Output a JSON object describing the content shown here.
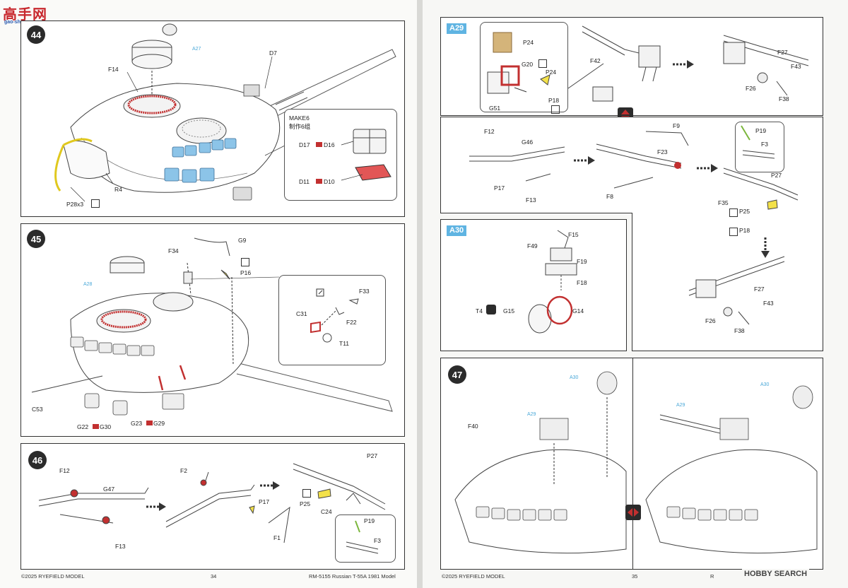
{
  "watermark": {
    "logo_chars": "高手网",
    "url": "gao-shou.com"
  },
  "hobby_search": "HOBBY SEARCH",
  "left_page": {
    "footer_left": "©2025 RYEFIELD MODEL",
    "page_number": "34",
    "footer_right": "RM-5155 Russian T-55A 1981 Model"
  },
  "right_page": {
    "footer_left": "©2025 RYEFIELD MODEL",
    "page_number": "35",
    "footer_partial": "R"
  },
  "step44": {
    "number": "44",
    "subassembly_tag": "A27",
    "labels": {
      "f14": "F14",
      "d7": "D7",
      "r4": "R4",
      "p28": "P28x3"
    },
    "make_note": {
      "title": "MAKE6",
      "title_cn": "制作6组",
      "d17": "D17",
      "d16": "D16",
      "d11": "D11",
      "d10": "D10"
    }
  },
  "step45": {
    "number": "45",
    "subassembly_tag": "A28",
    "labels": {
      "g9": "G9",
      "f34": "F34",
      "p16": "P16",
      "f33": "F33",
      "c31": "C31",
      "f22": "F22",
      "t11": "T11",
      "c53": "C53",
      "g22": "G22",
      "g30": "G30",
      "g23": "G23",
      "g29": "G29"
    }
  },
  "step46": {
    "number": "46",
    "labels": {
      "f12": "F12",
      "g47": "G47",
      "f13": "F13",
      "f2": "F2",
      "p17": "P17",
      "f1": "F1",
      "p27": "P27",
      "p25": "P25",
      "c24": "C24",
      "p19": "P19",
      "f3": "F3"
    }
  },
  "a29": {
    "tag": "A29",
    "labels": {
      "p24": "P24",
      "g20": "G20",
      "p24b": "P24",
      "p18": "P18",
      "g51": "G51",
      "f42": "F42",
      "f27": "F27",
      "f43": "F43",
      "f26": "F26",
      "f38": "F38"
    }
  },
  "mid_right": {
    "labels": {
      "f12": "F12",
      "g46": "G46",
      "p17": "P17",
      "f13": "F13",
      "f9": "F9",
      "f23": "F23",
      "f8": "F8",
      "p19": "P19",
      "f3": "F3",
      "p27": "P27",
      "f35": "F35",
      "p25": "P25",
      "p18": "P18",
      "f27": "F27",
      "f43": "F43",
      "f26": "F26",
      "f38": "F38"
    }
  },
  "a30": {
    "tag": "A30",
    "labels": {
      "f15": "F15",
      "f49": "F49",
      "f19": "F19",
      "f18": "F18",
      "t4": "T4",
      "g15": "G15",
      "g14": "G14"
    }
  },
  "step47": {
    "number": "47",
    "tags": {
      "a30": "A30",
      "a29": "A29",
      "a30b": "A30",
      "a29b": "A29"
    },
    "labels": {
      "f40": "F40"
    }
  },
  "colors": {
    "red": "#c23030",
    "blue": "#8cc4e8",
    "yellow": "#f3e14a",
    "cyan_tag": "#5fb4e2",
    "dark": "#2b2b2b"
  }
}
